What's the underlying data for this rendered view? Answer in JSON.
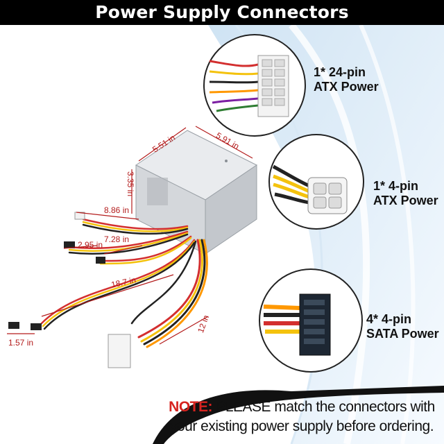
{
  "header": {
    "title": "Power Supply Connectors"
  },
  "connectors": [
    {
      "line1": "1* 24-pin",
      "line2": "ATX Power"
    },
    {
      "line1": "1* 4-pin",
      "line2": "ATX Power"
    },
    {
      "line1": "4* 4-pin",
      "line2": "SATA Power"
    }
  ],
  "dimensions": {
    "width": "5.51 in",
    "depth": "5.91 in",
    "height": "3.35 in",
    "cable_a": "8.86 in",
    "cable_b": "2.95 in",
    "cable_c": "7.28 in",
    "cable_d": "18.7 in",
    "cable_e": "12 in",
    "cable_f": "1.57 in"
  },
  "note": {
    "prefix": "NOTE:",
    "line1": " PLEASE match the connectors with",
    "line2": "your existing power supply before ordering."
  },
  "colors": {
    "accent_red": "#d6231f",
    "header_bg": "#000000"
  }
}
